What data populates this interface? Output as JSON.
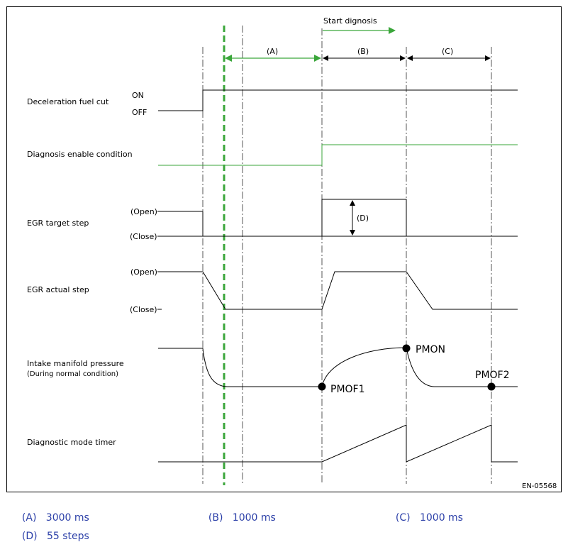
{
  "figure": {
    "top_label": "Start dignosis",
    "figure_id": "EN-05568",
    "interval_labels": {
      "a": "(A)",
      "b": "(B)",
      "c": "(C)",
      "d": "(D)"
    },
    "signals": {
      "fuel_cut": {
        "name": "Deceleration fuel cut",
        "on": "ON",
        "off": "OFF"
      },
      "diag_enable": {
        "name": "Diagnosis enable condition"
      },
      "egr_target": {
        "name": "EGR target step",
        "open": "(Open)",
        "close": "(Close)"
      },
      "egr_actual": {
        "name": "EGR actual step",
        "open": "(Open)",
        "close": "(Close)"
      },
      "intake": {
        "name": "Intake manifold pressure",
        "sub": "(During normal condition)"
      },
      "timer": {
        "name": "Diagnostic mode timer"
      }
    },
    "points": {
      "pmof1": "PMOF1",
      "pmon": "PMON",
      "pmof2": "PMOF2"
    },
    "colors": {
      "green": "#3aa63a",
      "line": "#000000",
      "dash": "#555555"
    }
  },
  "legend": {
    "a": {
      "key": "(A)",
      "value": "3000 ms"
    },
    "b": {
      "key": "(B)",
      "value": "1000 ms"
    },
    "c": {
      "key": "(C)",
      "value": "1000 ms"
    },
    "d": {
      "key": "(D)",
      "value": "55 steps"
    }
  }
}
